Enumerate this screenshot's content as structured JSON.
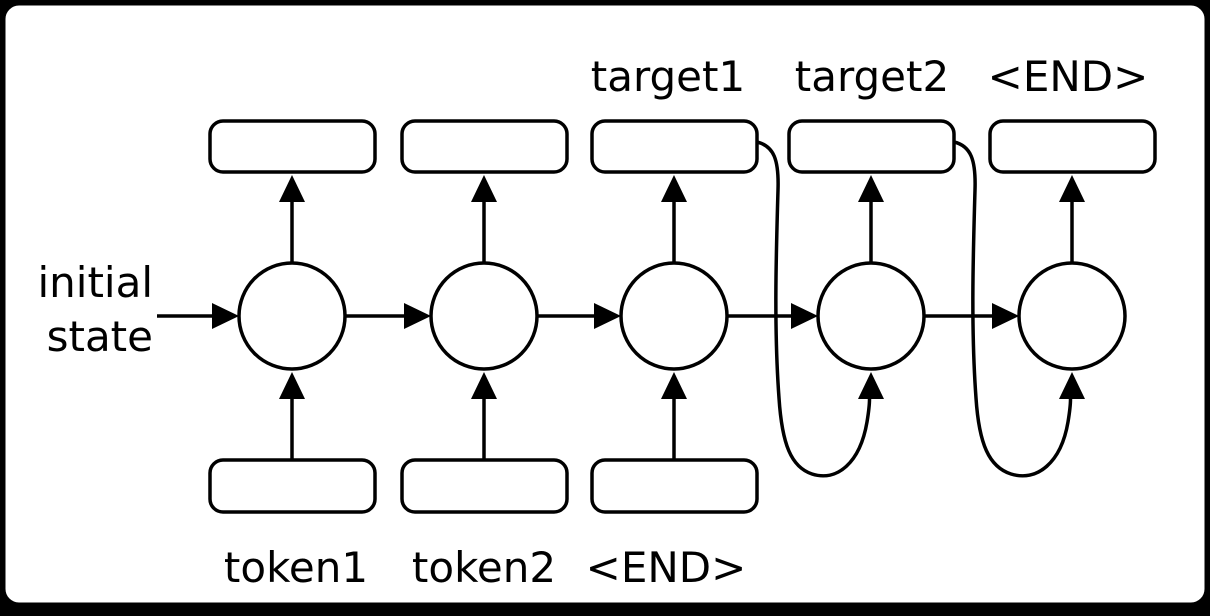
{
  "figure": {
    "title": "sequence-to-sequence RNN unrolled diagram",
    "colors": {
      "background": "#ffffff",
      "stroke": "#000000",
      "frame": "#000000"
    },
    "labels": {
      "initial_line1": "initial",
      "initial_line2": "state",
      "target1": "target1",
      "target2": "target2",
      "end_top": "<END>",
      "token1": "token1",
      "token2": "token2",
      "end_bottom": "<END>"
    },
    "structure": {
      "rnn_cells": 5,
      "output_boxes": 5,
      "input_boxes": 3,
      "horizontal_state_arrows": 4,
      "feedback_connections": 2
    }
  }
}
